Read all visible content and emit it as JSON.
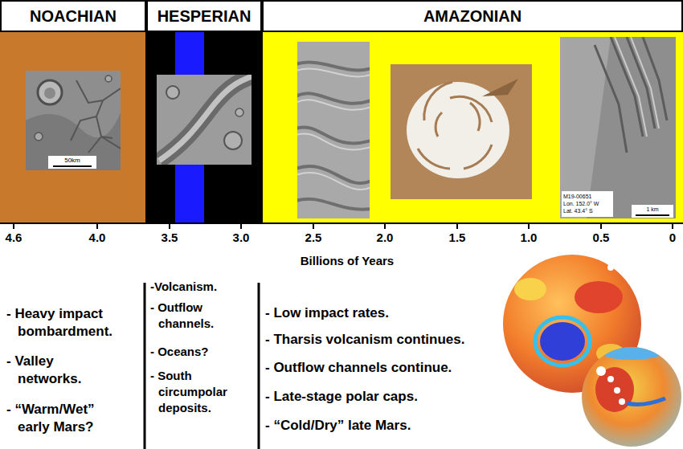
{
  "diagram": {
    "nodes": [
      {
        "text": [
          "NOACHIAN"
        ]
      },
      {
        "text": [
          "HESPERIAN"
        ]
      },
      {
        "text": [
          "AMAZONIAN"
        ]
      }
    ],
    "labels": [
      "50km",
      "M19-00651",
      "Lon. 152.0° W",
      "Lat. 43.4° S",
      "1 km",
      "4.6",
      "4.0",
      "3.5",
      "3.0",
      "2.5",
      "2.0",
      "1.5",
      "1.0",
      "0.5",
      "0",
      "Billions of Years",
      "- Heavy impact bombardment.",
      "- Valley networks.",
      "- “Warm/Wet” early Mars?",
      "-Volcanism.",
      "- Outflow channels.",
      "- Oceans?",
      "- South circumpolar deposits.",
      "- Low impact rates.",
      "- Tharsis volcanism continues.",
      "- Outflow channels continue.",
      "- Late-stage polar caps.",
      "- “Cold/Dry” late Mars."
    ]
  }
}
